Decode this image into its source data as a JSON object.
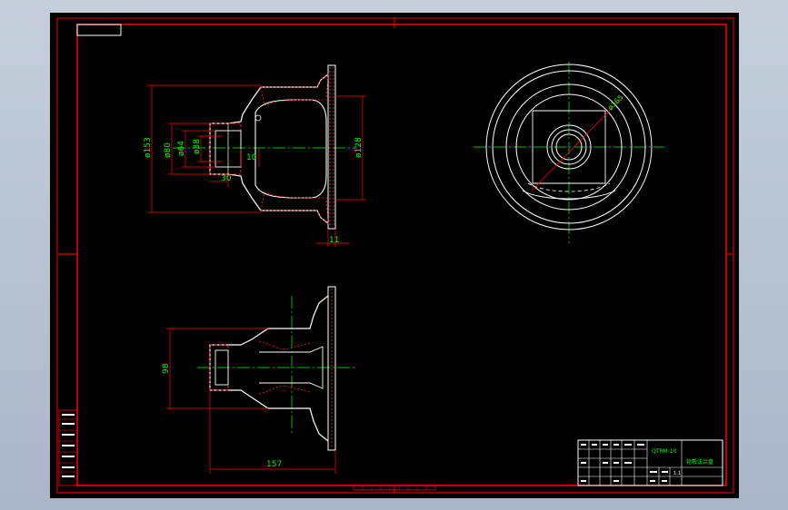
{
  "drawing": {
    "front_view": {
      "dim_flange_dia": "ø153",
      "dim_d1": "ø80",
      "dim_d2": "ø64",
      "dim_d3": "ø38",
      "dim_d4": "ø128",
      "dim_len_a": "10",
      "dim_len_b": "30",
      "dim_thickness": "11"
    },
    "end_view": {
      "dim_dia": "ø165"
    },
    "side_view": {
      "dim_height": "98",
      "dim_length": "157"
    },
    "title_block": {
      "drawing_no": "QTRM-10",
      "part_name": "轮毂法兰盘",
      "scale": "1:1"
    }
  },
  "colors": {
    "paper": "#000000",
    "frame": "#ff0000",
    "outline": "#ffffff",
    "centerline": "#00ff00",
    "dimension_text": "#00ff00",
    "hatch": "#ff2020"
  }
}
